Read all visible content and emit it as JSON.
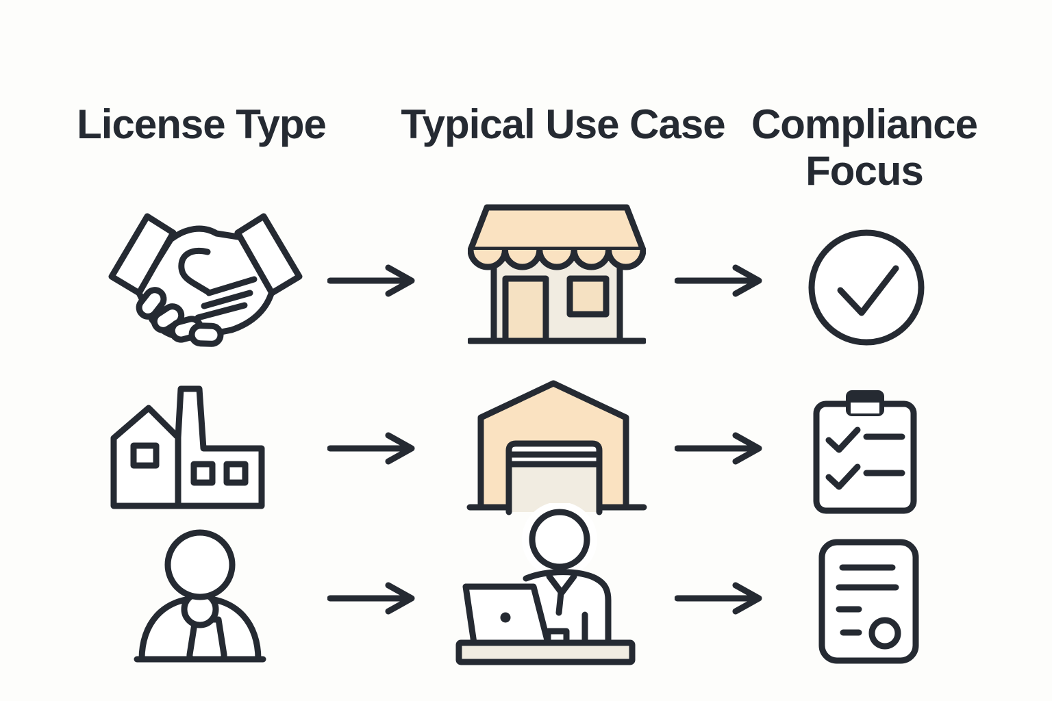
{
  "columns": [
    {
      "id": "license-type",
      "label": "License Type"
    },
    {
      "id": "typical-use-case",
      "label": "Typical Use Case"
    },
    {
      "id": "compliance-focus",
      "label": "Compliance Focus"
    }
  ],
  "rows": [
    {
      "license_type_icon": "handshake-icon",
      "typical_use_case_icon": "storefront-icon",
      "compliance_focus_icon": "check-circle-icon"
    },
    {
      "license_type_icon": "factory-icon",
      "typical_use_case_icon": "warehouse-icon",
      "compliance_focus_icon": "clipboard-checklist-icon"
    },
    {
      "license_type_icon": "business-person-icon",
      "typical_use_case_icon": "person-at-laptop-icon",
      "compliance_focus_icon": "document-seal-icon"
    }
  ],
  "arrows": {
    "glyph": "→",
    "direction": "right",
    "count": 6
  },
  "colors": {
    "ink": "#252a32",
    "peach": "#fae2c1",
    "cream": "#f1ece1",
    "beige": "#f5e1c2",
    "paper": "#fdfdfb"
  }
}
